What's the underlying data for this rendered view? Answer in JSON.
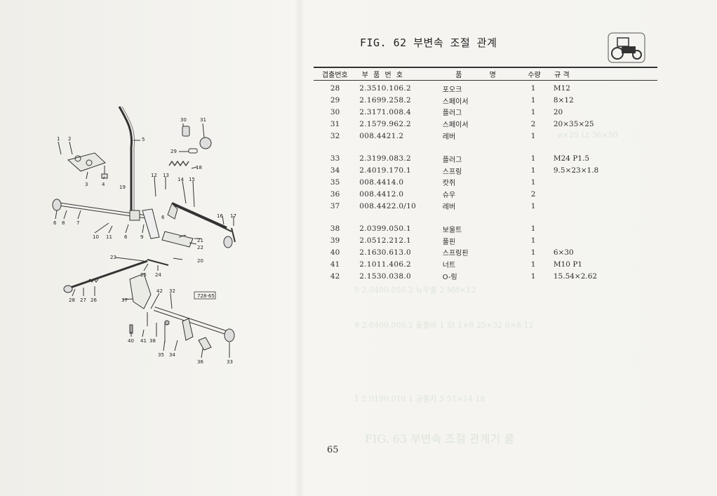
{
  "figure": {
    "title": "FIG. 62 부변속 조절 관계",
    "diagram_code": "728-65"
  },
  "callouts": [
    "1",
    "2",
    "3",
    "4",
    "5",
    "6",
    "7",
    "8",
    "9",
    "10",
    "11",
    "12",
    "13",
    "14",
    "15",
    "16",
    "17",
    "19",
    "20",
    "21",
    "22",
    "23",
    "24",
    "25",
    "26",
    "27",
    "28",
    "29",
    "30",
    "31",
    "33",
    "34",
    "35",
    "36",
    "37",
    "38",
    "40",
    "41",
    "42"
  ],
  "table": {
    "headers": {
      "no": "겹출번호",
      "part": "부 품 번 호",
      "name": "품 명",
      "qty": "수량",
      "spec": "규 격"
    },
    "rows": [
      {
        "no": "28",
        "part": "2.3510.106.2",
        "name": "포오크",
        "qty": "1",
        "spec": "M12"
      },
      {
        "no": "29",
        "part": "2.1699.258.2",
        "name": "스페이서",
        "qty": "1",
        "spec": "8×12"
      },
      {
        "no": "30",
        "part": "2.3171.008.4",
        "name": "플러그",
        "qty": "1",
        "spec": "20"
      },
      {
        "no": "31",
        "part": "2.1579.962.2",
        "name": "스페이서",
        "qty": "2",
        "spec": "20×35×25"
      },
      {
        "no": "32",
        "part": "008.4421.2",
        "name": "레버",
        "qty": "1",
        "spec": ""
      },
      {
        "no": "33",
        "part": "2.3199.083.2",
        "name": "플러그",
        "qty": "1",
        "spec": "M24  P1.5"
      },
      {
        "no": "34",
        "part": "2.4019.170.1",
        "name": "스프링",
        "qty": "1",
        "spec": "9.5×23×1.8"
      },
      {
        "no": "35",
        "part": "008.4414.0",
        "name": "캇쥐",
        "qty": "1",
        "spec": ""
      },
      {
        "no": "36",
        "part": "008.4412.0",
        "name": "슈우",
        "qty": "2",
        "spec": ""
      },
      {
        "no": "37",
        "part": "008.4422.0/10",
        "name": "레버",
        "qty": "1",
        "spec": ""
      },
      {
        "no": "38",
        "part": "2.0399.050.1",
        "name": "보울트",
        "qty": "1",
        "spec": ""
      },
      {
        "no": "39",
        "part": "2.0512.212.1",
        "name": "풀핀",
        "qty": "1",
        "spec": ""
      },
      {
        "no": "40",
        "part": "2.1630.613.0",
        "name": "스프링핀",
        "qty": "1",
        "spec": "6×30"
      },
      {
        "no": "41",
        "part": "2.1011.406.2",
        "name": "너트",
        "qty": "1",
        "spec": "M10 P1"
      },
      {
        "no": "42",
        "part": "2.1530.038.0",
        "name": "O-링",
        "qty": "1",
        "spec": "15.54×2.62"
      }
    ]
  },
  "page_number": "65"
}
